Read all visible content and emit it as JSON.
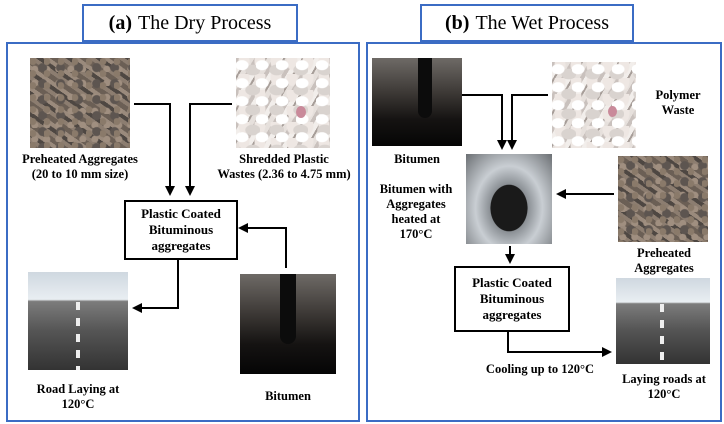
{
  "dry": {
    "title_letter": "(a)",
    "title_text": "The Dry Process",
    "preheated": "Preheated Aggregates\n(20 to 10 mm size)",
    "shredded": "Shredded Plastic\nWastes (2.36 to 4.75 mm)",
    "coated": "Plastic Coated\nBituminous\naggregates",
    "road": "Road Laying at\n120°C",
    "bitumen": "Bitumen"
  },
  "wet": {
    "title_letter": "(b)",
    "title_text": "The Wet Process",
    "bitumen": "Bitumen",
    "polymer": "Polymer\nWaste",
    "mixed": "Bitumen with\nAggregates\nheated at\n170°C",
    "preheated": "Preheated\nAggregates",
    "coated": "Plastic Coated\nBituminous\naggregates",
    "cooling": "Cooling up to 120°C",
    "laying": "Laying roads at\n120°C"
  },
  "colors": {
    "panel_border": "#3b6cc4",
    "arrow": "#000000"
  }
}
